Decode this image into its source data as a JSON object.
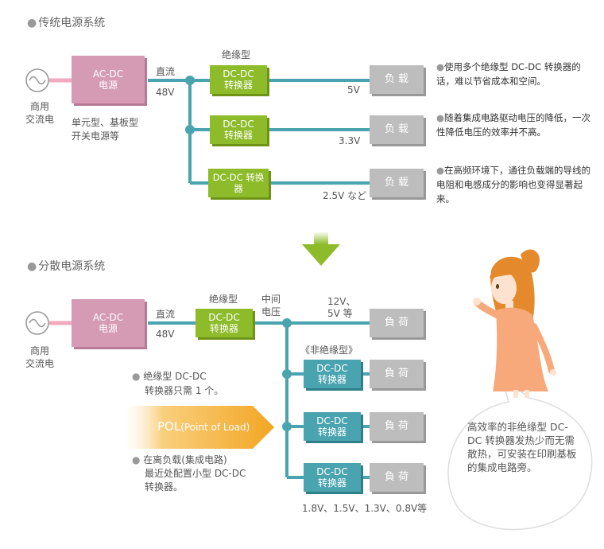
{
  "traditional": {
    "heading": "传统电源系统",
    "ac_source_label": [
      "商用",
      "交流电"
    ],
    "acdc_box": [
      "AC-DC",
      "电源"
    ],
    "dc_label": "直流",
    "dc_voltage": "48V",
    "acdc_desc": [
      "单元型、基板型",
      "开关电源等"
    ],
    "isolated_label": "绝缘型",
    "converters": [
      {
        "label": [
          "DC-DC",
          "转换器"
        ],
        "voltage": "5V",
        "load": "负 载"
      },
      {
        "label": [
          "DC-DC",
          "转换器"
        ],
        "voltage": "3.3V",
        "load": "负 载"
      },
      {
        "label": [
          "DC-DC 转换器"
        ],
        "voltage": "2.5V など",
        "load": "负 载"
      }
    ],
    "notes": [
      "使用多个绝缘型 DC-DC 转换器的话，难以节省成本和空间。",
      "随着集成电路驱动电压的降低，一次性降低电压的效率并不高。",
      "在高频环境下，通往负载端的导线的电阻和电感成分的影响也变得显著起来。"
    ]
  },
  "distributed": {
    "heading": "分散电源系统",
    "ac_source_label": [
      "商用",
      "交流电"
    ],
    "acdc_box": [
      "AC-DC",
      "电源"
    ],
    "dc_label": "直流",
    "dc_voltage": "48V",
    "isolated_label": "绝缘型",
    "isolated_box": [
      "DC-DC",
      "转换器"
    ],
    "intermediate_label": [
      "中间",
      "电压"
    ],
    "top_voltage": [
      "12V、",
      "5V 等"
    ],
    "top_load": "負 荷",
    "non_isolated_label": "《非绝缘型》",
    "pol_converters": [
      {
        "label": [
          "DC-DC",
          "转换器"
        ],
        "load": "負 荷"
      },
      {
        "label": [
          "DC-DC",
          "转换器"
        ],
        "load": "負 荷"
      },
      {
        "label": [
          "DC-DC",
          "转换器"
        ],
        "load": "負 荷"
      }
    ],
    "output_voltages": "1.8V、1.5V、1.3V、0.8V等",
    "note1": [
      "绝缘型 DC-DC",
      "转换器只需 1 个。"
    ],
    "pol_title": "POL",
    "pol_sub": "(Point of Load)",
    "note2": [
      "在离负载(集成电路)",
      "最近处配置小型 DC-DC",
      "转换器。"
    ],
    "bubble": "高效率的非绝缘型 DC-DC 转换器发热少而无需散热，可安装在印刷基板的集成电路旁。"
  },
  "colors": {
    "acdc": "#d59ab4",
    "isolated": "#8dbb2a",
    "non_isolated": "#4aa4b0",
    "load": "#bdbdbd",
    "wire": "#4aa4b0",
    "arrow": "#8dbb2a",
    "pol": "#f2a623"
  }
}
